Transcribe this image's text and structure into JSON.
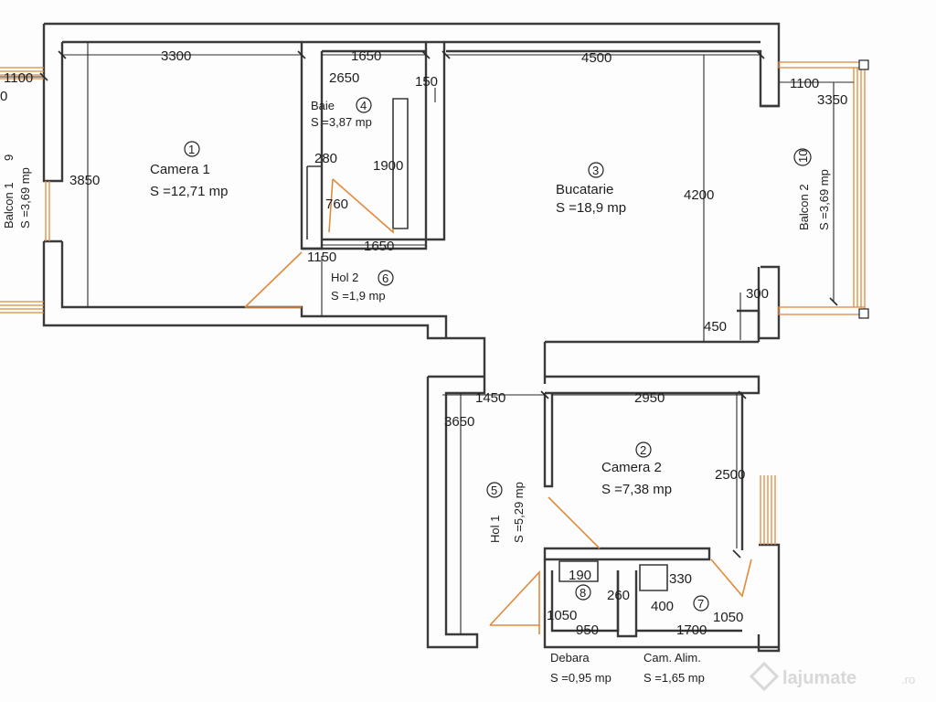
{
  "rooms": {
    "camera1": {
      "number": "1",
      "name": "Camera 1",
      "area": "S =12,71 mp"
    },
    "camera2": {
      "number": "2",
      "name": "Camera 2",
      "area": "S =7,38 mp"
    },
    "bucatarie": {
      "number": "3",
      "name": "Bucatarie",
      "area": "S =18,9 mp"
    },
    "baie": {
      "number": "4",
      "name": "Baie",
      "area": "S =3,87 mp"
    },
    "hol1": {
      "number": "5",
      "name": "Hol 1",
      "area": "S =5,29 mp"
    },
    "hol2": {
      "number": "6",
      "name": "Hol 2",
      "area": "S =1,9 mp"
    },
    "cam_alim": {
      "number": "7",
      "name": "Cam. Alim.",
      "area": "S =1,65 mp"
    },
    "debara": {
      "number": "8",
      "name": "Debara",
      "area": "S =0,95 mp"
    },
    "balcon1": {
      "number": "9",
      "name": "Balcon 1",
      "area": "S =3,69 mp"
    },
    "balcon2": {
      "number": "10",
      "name": "Balcon 2",
      "area": "S =3,69 mp"
    }
  },
  "dimensions": {
    "d3300": "3300",
    "d1650_top": "1650",
    "d4500": "4500",
    "d1100_left": "1100",
    "d0_left": "0",
    "d1100_right": "1100",
    "d3350": "3350",
    "d2650": "2650",
    "d150": "150",
    "d3850": "3850",
    "d280": "280",
    "d1900": "1900",
    "d760": "760",
    "d4200": "4200",
    "d1150": "1150",
    "d1650_bottom": "1650",
    "d300": "300",
    "d450": "450",
    "d1450": "1450",
    "d2950": "2950",
    "d3650": "3650",
    "d2500": "2500",
    "d190": "190",
    "d330": "330",
    "d260": "260",
    "d400": "400",
    "d1050_left": "1050",
    "d1050_right": "1050",
    "d950": "950",
    "d1700": "1700"
  },
  "watermark": {
    "text": "lajumate",
    "suffix": ".ro"
  },
  "colors": {
    "walls": "#3a3a3a",
    "doors_windows": "#e08a3c",
    "background": "#fdfdfd"
  }
}
